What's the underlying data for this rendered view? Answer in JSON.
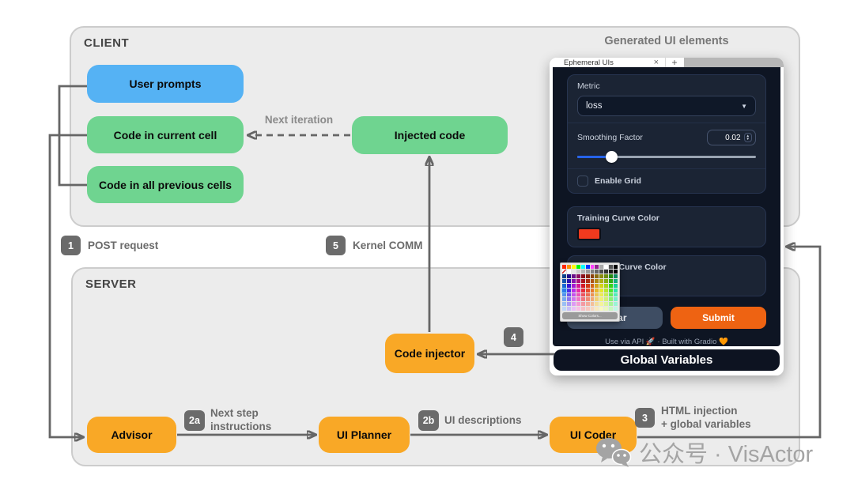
{
  "diagram": {
    "client": {
      "title": "CLIENT",
      "user_prompts": "User prompts",
      "code_current": "Code in current cell",
      "code_previous": "Code in all previous cells",
      "injected_code": "Injected code",
      "next_iteration": "Next iteration"
    },
    "server": {
      "title": "SERVER",
      "code_injector": "Code injector",
      "advisor": "Advisor",
      "ui_planner": "UI Planner",
      "ui_coder": "UI Coder"
    },
    "steps": {
      "post_request": {
        "badge": "1",
        "label": "POST request"
      },
      "next_step": {
        "badge": "2a",
        "line1": "Next step",
        "line2": "instructions"
      },
      "ui_descriptions": {
        "badge": "2b",
        "label": "UI descriptions"
      },
      "html_injection": {
        "badge": "3",
        "line1": "HTML injection",
        "line2": "+ global variables"
      },
      "global_vars": {
        "badge": "4"
      },
      "kernel_comm": {
        "badge": "5",
        "label": "Kernel COMM"
      }
    },
    "colors": {
      "blue_box": "#55B2F4",
      "green_box": "#6FD490",
      "orange_box": "#F9A826",
      "badge": "#6B6B6B",
      "arrow": "#666666"
    }
  },
  "generated_ui": {
    "heading": "Generated UI elements",
    "browser": {
      "tab_title": "Ephemeral UIs"
    },
    "icons": {
      "close": "×",
      "plus": "+",
      "caret": "▼",
      "stepper_up": "▲",
      "stepper_down": "▼"
    },
    "app": {
      "metric": {
        "label": "Metric",
        "value": "loss"
      },
      "smoothing": {
        "label": "Smoothing Factor",
        "value": "0.02",
        "slider_percent": 19
      },
      "enable_grid": {
        "label": "Enable Grid",
        "checked": false
      },
      "training_color": {
        "label": "Training Curve Color",
        "color": "#F13A1E"
      },
      "validation_color": {
        "label": "Validation Curve Color",
        "color": "#1CA6DB"
      },
      "buttons": {
        "clear": "Clear",
        "submit": "Submit"
      },
      "footer": {
        "api": "Use via API",
        "rocket": "🚀",
        "sep": "·",
        "gradio": "Built with Gradio",
        "heart": "🧡"
      },
      "accent": "#EE6312",
      "slider_fill": "#2563EB"
    },
    "color_picker": {
      "top_row": [
        "#ff2600",
        "#ff9300",
        "#fffb00",
        "#00f900",
        "#00fdff",
        "#0433ff",
        "#ff40ff",
        "#942192",
        "#aaaaaa",
        "#ffffff",
        "#555555",
        "#000000"
      ],
      "hues": [
        215,
        250,
        285,
        320,
        355,
        10,
        25,
        45,
        60,
        75,
        110,
        160
      ],
      "row_lightness": [
        30,
        38,
        46,
        54,
        62,
        70,
        78,
        86
      ],
      "selected": {
        "row": 3,
        "col": 0
      },
      "show_colors": "Show Colors..."
    },
    "global_variables": "Global Variables"
  },
  "watermark": {
    "text": "公众号 · VisActor"
  }
}
